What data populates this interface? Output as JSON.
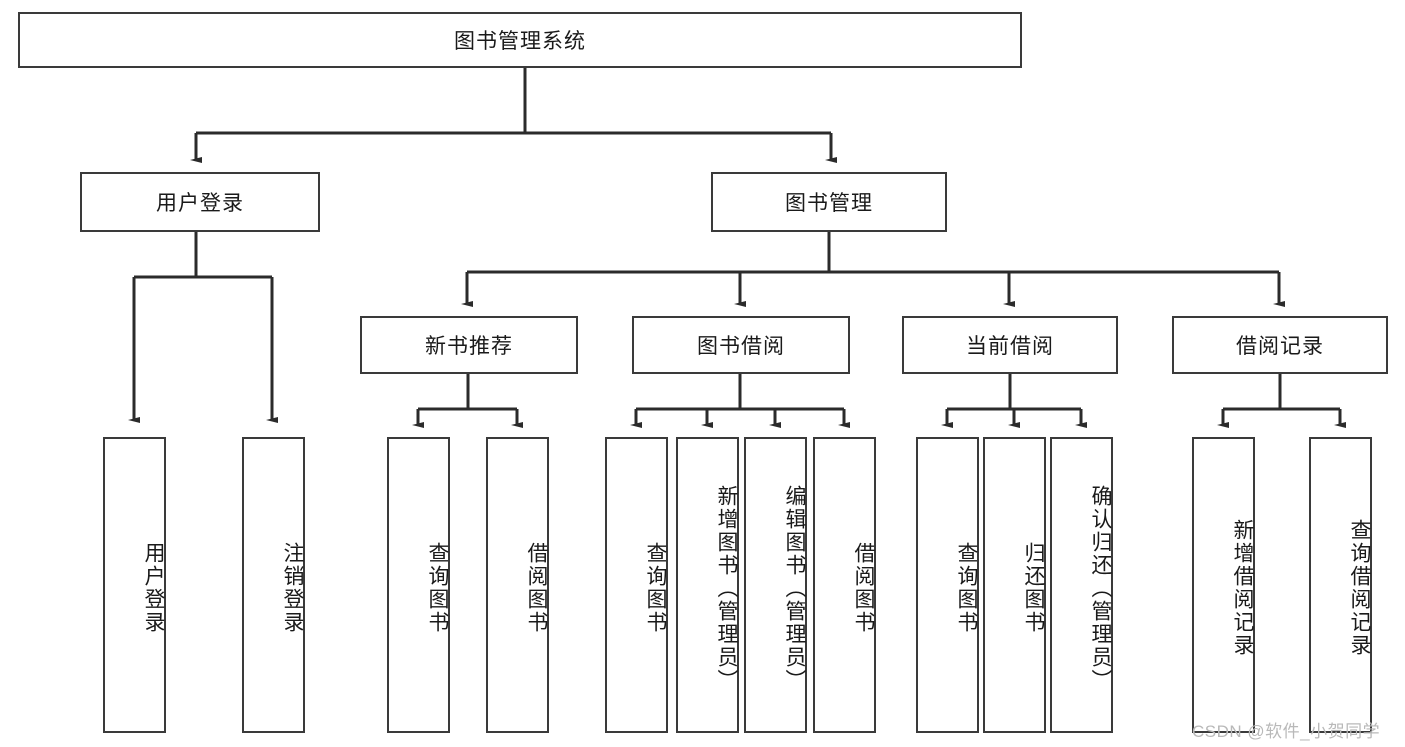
{
  "diagram": {
    "title": "图书管理系统",
    "type": "tree-hierarchy-diagram",
    "colors": {
      "box_border": "#3a3a3a",
      "box_fill": "#ffffff",
      "connector": "#2b2b2b",
      "text": "#1a1a1a",
      "watermark": "#b9b9b9"
    },
    "root": {
      "label": "图书管理系统",
      "orientation": "horizontal"
    },
    "level2": [
      {
        "label": "用户登录",
        "orientation": "horizontal"
      },
      {
        "label": "图书管理",
        "orientation": "horizontal"
      }
    ],
    "level3": [
      {
        "label": "新书推荐",
        "orientation": "horizontal"
      },
      {
        "label": "图书借阅",
        "orientation": "horizontal"
      },
      {
        "label": "当前借阅",
        "orientation": "horizontal"
      },
      {
        "label": "借阅记录",
        "orientation": "horizontal"
      }
    ],
    "leaves": {
      "user_login": [
        {
          "label": "用户登录"
        },
        {
          "label": "注销登录"
        }
      ],
      "new_book_recommend": [
        {
          "label": "查询图书"
        },
        {
          "label": "借阅图书"
        }
      ],
      "book_borrow": [
        {
          "label": "查询图书"
        },
        {
          "label": "新增图书（管理员）"
        },
        {
          "label": "编辑图书（管理员）"
        },
        {
          "label": "借阅图书"
        }
      ],
      "current_borrow": [
        {
          "label": "查询图书"
        },
        {
          "label": "归还图书"
        },
        {
          "label": "确认归还（管理员）"
        }
      ],
      "borrow_record": [
        {
          "label": "新增借阅记录"
        },
        {
          "label": "查询借阅记录"
        }
      ]
    }
  },
  "watermark": {
    "text": "CSDN @软件_小贺同学"
  }
}
